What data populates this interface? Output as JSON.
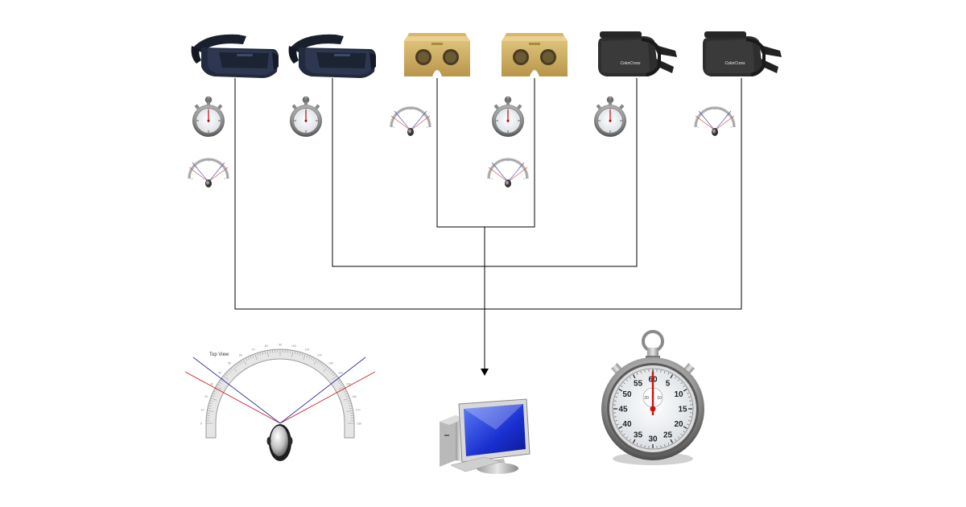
{
  "headsets": [
    {
      "type": "gear-vr",
      "brand_text": "",
      "measures": [
        "stopwatch",
        "protractor"
      ]
    },
    {
      "type": "gear-vr",
      "brand_text": "",
      "measures": [
        "stopwatch"
      ]
    },
    {
      "type": "cardboard",
      "brand_text": "",
      "measures": [
        "protractor"
      ]
    },
    {
      "type": "cardboard",
      "brand_text": "",
      "measures": [
        "stopwatch",
        "protractor"
      ]
    },
    {
      "type": "colorcross",
      "brand_text": "ColorCross",
      "measures": [
        "stopwatch"
      ]
    },
    {
      "type": "colorcross",
      "brand_text": "ColorCross",
      "measures": [
        "protractor"
      ]
    }
  ],
  "protractor": {
    "title": "Top View",
    "tick_labels": [
      "0",
      "10",
      "20",
      "30",
      "40",
      "50",
      "60",
      "70",
      "80",
      "90",
      "100",
      "110",
      "120",
      "130",
      "140",
      "150",
      "160",
      "170",
      "180"
    ]
  },
  "stopwatch": {
    "dial_labels": [
      "60",
      "5",
      "10",
      "15",
      "20",
      "25",
      "30",
      "35",
      "40",
      "45",
      "50",
      "55"
    ],
    "sub_dial_labels": [
      "20",
      "10"
    ]
  },
  "colors": {
    "gear_body": "#1f2739",
    "cardboard": "#c9a85a",
    "colorcross_body": "#2b2b2b",
    "ray_red": "#cc2222",
    "ray_blue": "#2a2a9a",
    "monitor_screen": "#1a2fd0",
    "line": "#000000"
  },
  "icons": {
    "computer": "computer-icon",
    "stopwatch": "stopwatch-icon",
    "protractor": "protractor-icon"
  }
}
